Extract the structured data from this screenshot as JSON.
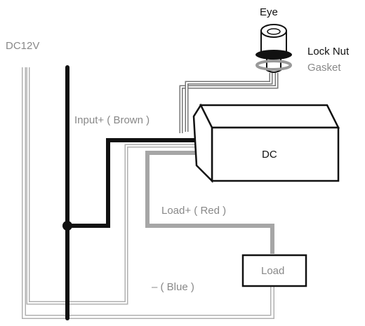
{
  "labels": {
    "power": "DC12V",
    "eye": "Eye",
    "lock_nut": "Lock Nut",
    "gasket": "Gasket",
    "input_wire": "Input+ ( Brown )",
    "controller": "DC",
    "load_wire": "Load+ ( Red )",
    "load": "Load",
    "neg_wire": "– ( Blue )"
  },
  "colors": {
    "black_wire": "#111111",
    "gray_wire": "#a6a6a6",
    "light_wire": "#b3b3b3",
    "outline": "#111111",
    "gasket": "#999999",
    "label_gray": "#888888",
    "label_dark": "#111111"
  }
}
